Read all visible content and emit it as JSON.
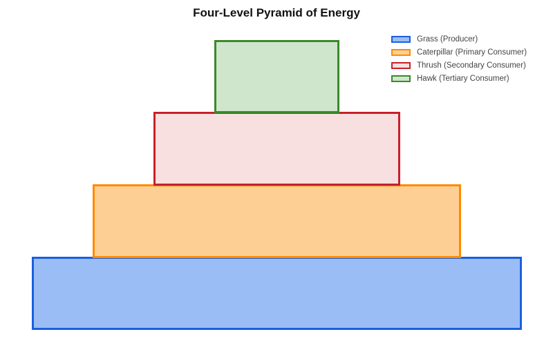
{
  "title": "Four-Level Pyramid of Energy",
  "levels": [
    {
      "label": "Grass (Producer)",
      "border": "#1a5fe0",
      "fill": "#9bbdf5"
    },
    {
      "label": "Caterpillar (Primary Consumer)",
      "border": "#ff8a00",
      "fill": "#fecf94"
    },
    {
      "label": "Thrush (Secondary Consumer)",
      "border": "#c8202a",
      "fill": "#f8e0e0"
    },
    {
      "label": "Hawk (Tertiary Consumer)",
      "border": "#3a8a2a",
      "fill": "#d0e6cc"
    }
  ]
}
